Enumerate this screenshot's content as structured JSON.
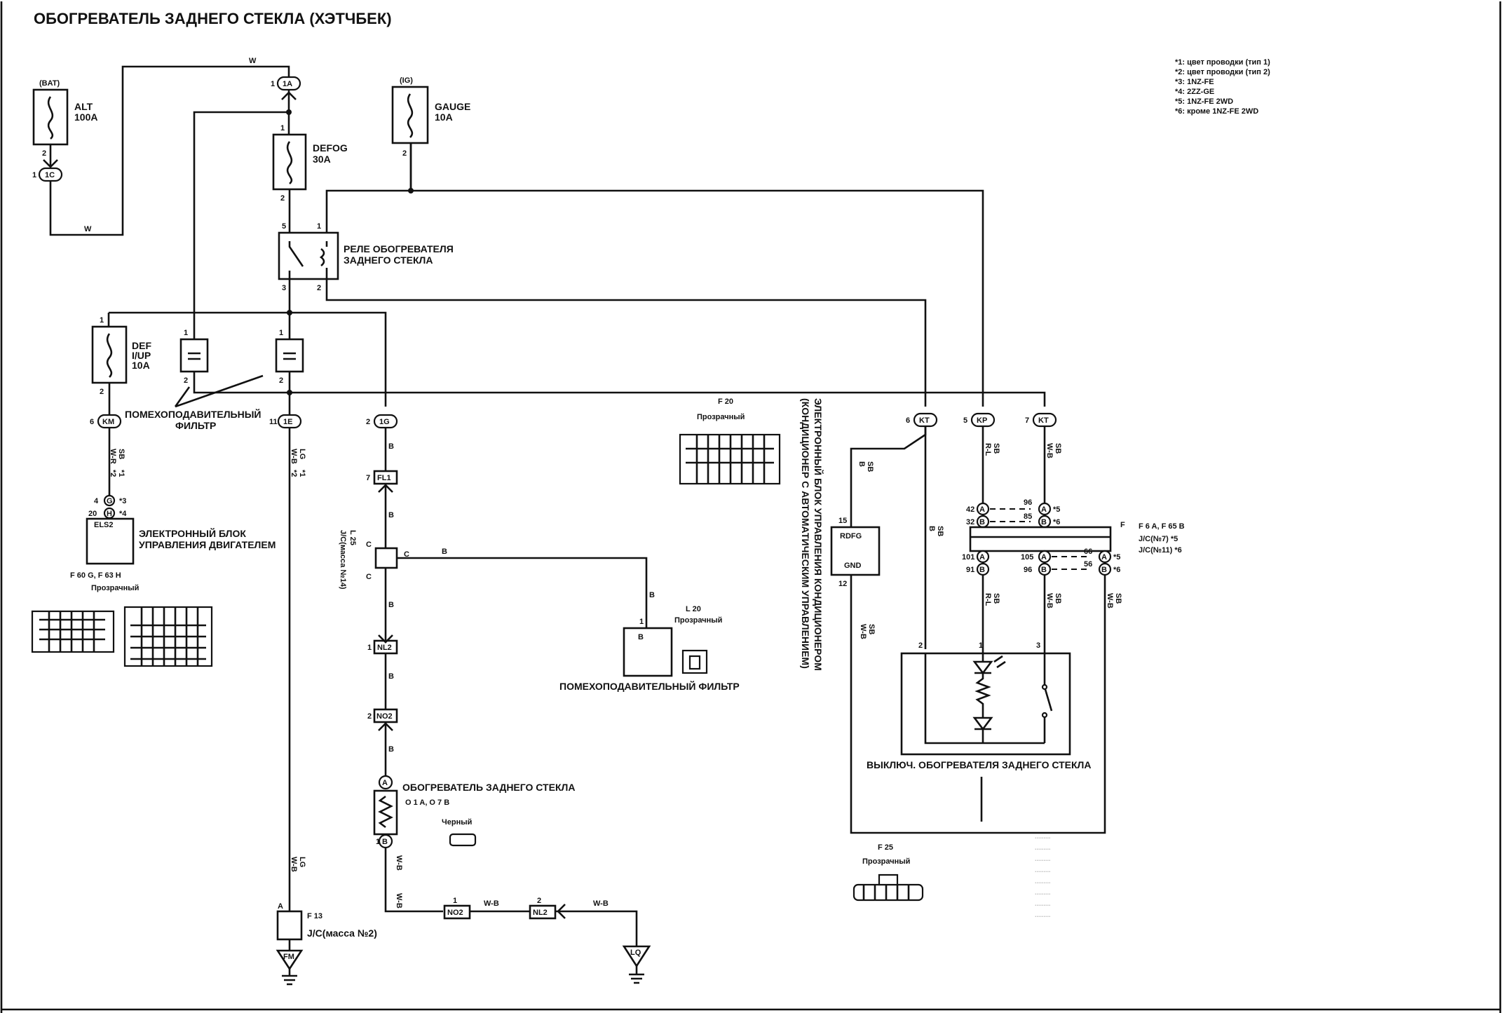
{
  "title": "ОБОГРЕВАТЕЛЬ ЗАДНЕГО СТЕКЛА (ХЭТЧБЕК)",
  "legend": [
    "*1: цвет проводки (тип 1)",
    "*2: цвет проводки (тип 2)",
    "*3: 1NZ-FE",
    "*4: 2ZZ-GE",
    "*5: 1NZ-FE 2WD",
    "*6: кроме 1NZ-FE 2WD"
  ],
  "fuses": {
    "alt": {
      "source": "(BAT)",
      "name": "ALT",
      "rating": "100A"
    },
    "gauge": {
      "source": "(IG)",
      "name": "GAUGE",
      "rating": "10A"
    },
    "defog": {
      "name": "DEFOG",
      "rating": "30A"
    },
    "def_up": {
      "name1": "DEF",
      "name2": "I/UP",
      "rating": "10A"
    }
  },
  "relay": {
    "line1": "РЕЛЕ ОБОГРЕВАТЕЛЯ",
    "line2": "ЗАДНЕГО СТЕКЛА"
  },
  "noise_filter": {
    "line1": "ПОМЕХОПОДАВИТЕЛЬНЫЙ",
    "line2": "ФИЛЬТР"
  },
  "engine_ecu": {
    "code": "ELS2",
    "line1": "ЭЛЕКТРОННЫЙ БЛОК",
    "line2": "УПРАВЛЕНИЯ ДВИГАТЕЛЕМ",
    "connectors": "F 60 G, F 63 H",
    "color": "Прозрачный"
  },
  "connector_f20": {
    "name": "F 20",
    "color": "Прозрачный"
  },
  "ac_ecu": {
    "line1": "ЭЛЕКТРОННЫЙ БЛОК УПРАВЛЕНИЯ КОНДИЦИОНЕРОМ",
    "line2": "(КОНДИЦИОНЕР С АВТОМАТИЧЕСКИМ УПРАВЛЕНИЕМ)",
    "pin_rdfg": "RDFG",
    "pin_gnd": "GND"
  },
  "jc_main": {
    "line1": "J/C(№7) *5",
    "line2": "J/C(№11) *6",
    "connectors": "F 6 A, F 65 B"
  },
  "jc_mass14": {
    "code": "L 25",
    "name": "J/C(масса №14)"
  },
  "filter_l20": {
    "code": "L 20",
    "color": "Прозрачный",
    "name": "ПОМЕХОПОДАВИТЕЛЬНЫЙ ФИЛЬТР"
  },
  "heater": {
    "name": "ОБОГРЕВАТЕЛЬ ЗАДНЕГО СТЕКЛА",
    "connectors": "O 1 A, O 7 B",
    "color": "Черный"
  },
  "switch": {
    "name": "ВЫКЛЮЧ. ОБОГРЕВАТЕЛЯ ЗАДНЕГО СТЕКЛА",
    "code": "F 25",
    "color": "Прозрачный"
  },
  "jc_mass2": {
    "code": "F 13",
    "name": "J/C(масса №2)"
  },
  "grounds": {
    "fm": "FM",
    "lq": "LQ"
  },
  "inline": {
    "fl1": "FL1",
    "nl2": "NL2",
    "no2": "NO2",
    "c1": "1C",
    "ia": "1A",
    "ig": "1G",
    "km": "KM",
    "ke": "1E",
    "kt": "KT",
    "kp": "KP"
  },
  "wires": {
    "w": "W",
    "b": "B",
    "sb": "SB",
    "wr": "W-R",
    "lg": "LG",
    "wb": "W-B",
    "rl": "R-L",
    "t1": "*1",
    "t2": "*2"
  }
}
